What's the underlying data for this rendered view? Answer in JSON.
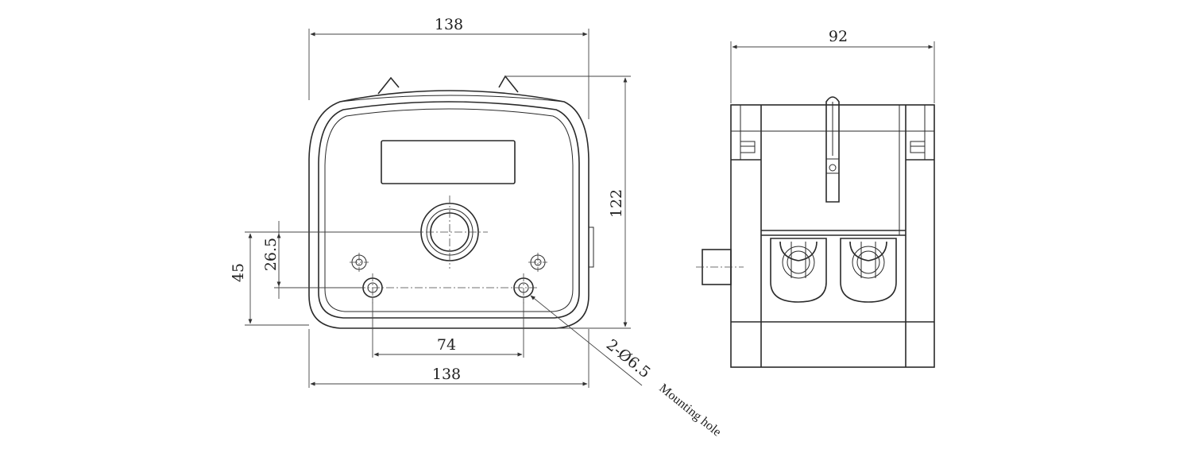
{
  "dimensions": {
    "front_top_width": "138",
    "front_bottom_width": "138",
    "front_height": "122",
    "hole_spacing": "74",
    "hole_height": "45",
    "shaft_height": "26.5",
    "side_width": "92"
  },
  "callout": {
    "hole_spec": "2-Ø6.5",
    "hole_note": "Mounting hole"
  },
  "colors": {
    "line": "#2a2a2a",
    "background": "#ffffff"
  }
}
